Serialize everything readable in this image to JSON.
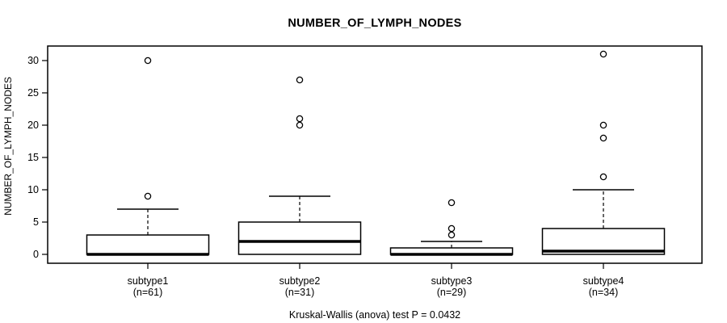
{
  "title": "NUMBER_OF_LYMPH_NODES",
  "colors": {
    "background": "#ffffff",
    "plot_line": "#000000",
    "box_fill": "#ffffff"
  },
  "chart_data": {
    "type": "boxplot",
    "title": "NUMBER_OF_LYMPH_NODES",
    "ylabel": "NUMBER_OF_LYMPH_NODES",
    "xlabel": "",
    "footnote": "Kruskal-Wallis (anova) test P = 0.0432",
    "grid": false,
    "legend": false,
    "yticks": [
      0,
      5,
      10,
      15,
      20,
      25,
      30
    ],
    "ylim": [
      -1.4,
      32.3
    ],
    "groups": [
      {
        "label": "subtype1",
        "sublabel": "(n=61)",
        "n": 61,
        "whisker_low": 0,
        "q1": 0,
        "median": 0,
        "q3": 3,
        "whisker_high": 7,
        "outliers": [
          9,
          30
        ]
      },
      {
        "label": "subtype2",
        "sublabel": "(n=31)",
        "n": 31,
        "whisker_low": 0,
        "q1": 0,
        "median": 2,
        "q3": 5,
        "whisker_high": 9,
        "outliers": [
          20,
          21,
          27
        ]
      },
      {
        "label": "subtype3",
        "sublabel": "(n=29)",
        "n": 29,
        "whisker_low": 0,
        "q1": 0,
        "median": 0,
        "q3": 1,
        "whisker_high": 2,
        "outliers": [
          3,
          4,
          8
        ]
      },
      {
        "label": "subtype4",
        "sublabel": "(n=34)",
        "n": 34,
        "whisker_low": 0,
        "q1": 0,
        "median": 0.5,
        "q3": 4,
        "whisker_high": 10,
        "outliers": [
          12,
          18,
          20,
          31
        ]
      }
    ]
  }
}
